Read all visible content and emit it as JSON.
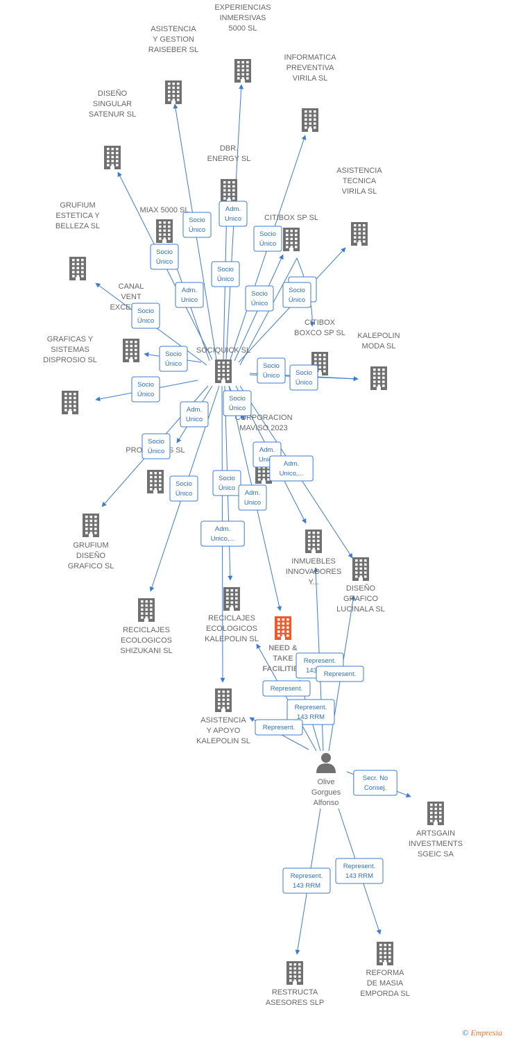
{
  "colors": {
    "building": "#707070",
    "focus_building": "#f05a28",
    "person": "#707070",
    "edge": "#3a7bd5"
  },
  "nodes": [
    {
      "id": "sociquick",
      "type": "company",
      "lines": [
        "SOCIQUICK  SL"
      ]
    },
    {
      "id": "need_take",
      "type": "focus",
      "lines": [
        "NEED &",
        "TAKE",
        "FACILITIES"
      ]
    },
    {
      "id": "olive",
      "type": "person",
      "lines": [
        "Olive",
        "Gorgues",
        "Alfonso"
      ]
    },
    {
      "id": "experiencias",
      "type": "company",
      "lines": [
        "EXPERIENCIAS",
        "INMERSIVAS",
        "5000  SL"
      ]
    },
    {
      "id": "asistencia_gestion",
      "type": "company",
      "lines": [
        "ASISTENCIA",
        "Y GESTION",
        "RAISEBER  SL"
      ]
    },
    {
      "id": "informatica",
      "type": "company",
      "lines": [
        "INFORMATICA",
        "PREVENTIVA",
        "VIRILA  SL"
      ]
    },
    {
      "id": "diseno_singular",
      "type": "company",
      "lines": [
        "DISEÑO",
        "SINGULAR",
        "SATENUR  SL"
      ]
    },
    {
      "id": "dbr",
      "type": "company",
      "lines": [
        "DBR.",
        "ENERGY  SL"
      ]
    },
    {
      "id": "asistencia_tecnica",
      "type": "company",
      "lines": [
        "ASISTENCIA",
        "TECNICA",
        "VIRILA  SL"
      ]
    },
    {
      "id": "miax",
      "type": "company",
      "lines": [
        "MIAX 5000  SL"
      ]
    },
    {
      "id": "citibox_sp",
      "type": "company",
      "lines": [
        "CITIBOX SP  SL"
      ]
    },
    {
      "id": "grufium_estetica",
      "type": "company",
      "lines": [
        "GRUFIUM",
        "ESTETICA Y",
        "BELLEZA  SL"
      ]
    },
    {
      "id": "canal",
      "type": "company",
      "lines": [
        "CANAL",
        "VENT",
        "EXCENT  SL"
      ]
    },
    {
      "id": "citibox_boxco",
      "type": "company",
      "lines": [
        "CITIBOX",
        "BOXCO SP  SL"
      ]
    },
    {
      "id": "kalepolin_moda",
      "type": "company",
      "lines": [
        "KALEPOLIN",
        "MODA  SL"
      ]
    },
    {
      "id": "graficas",
      "type": "company",
      "lines": [
        "GRAFICAS Y",
        "SISTEMAS",
        "DISPROSIO  SL"
      ]
    },
    {
      "id": "corporacion",
      "type": "company",
      "lines": [
        "CORPORACION",
        "MAVISO 2023"
      ]
    },
    {
      "id": "proyectos",
      "type": "company",
      "lines": [
        "G",
        "PROYECTOS  SL"
      ]
    },
    {
      "id": "grufium_diseno",
      "type": "company",
      "lines": [
        "GRUFIUM",
        "DISEÑO",
        "GRAFICO  SL"
      ]
    },
    {
      "id": "inmuebles",
      "type": "company",
      "lines": [
        "INMUEBLES",
        "INNOVADORES",
        "Y..."
      ]
    },
    {
      "id": "diseno_grafico",
      "type": "company",
      "lines": [
        "DISEÑO",
        "GRAFICO",
        "LUCINALA  SL"
      ]
    },
    {
      "id": "reciclajes_shizukani",
      "type": "company",
      "lines": [
        "RECICLAJES",
        "ECOLOGICOS",
        "SHIZUKANI  SL"
      ]
    },
    {
      "id": "reciclajes_kalepolin",
      "type": "company",
      "lines": [
        "RECICLAJES",
        "ECOLOGICOS",
        "KALEPOLIN  SL"
      ]
    },
    {
      "id": "asistencia_apoyo",
      "type": "company",
      "lines": [
        "ASISTENCIA",
        "Y APOYO",
        "KALEPOLIN  SL"
      ]
    },
    {
      "id": "artsgain",
      "type": "company",
      "lines": [
        "ARTSGAIN",
        "INVESTMENTS",
        "SGEIC SA"
      ]
    },
    {
      "id": "restructa",
      "type": "company",
      "lines": [
        "RESTRUCTA",
        "ASESORES SLP"
      ]
    },
    {
      "id": "reforma",
      "type": "company",
      "lines": [
        "REFORMA",
        "DE MASIA",
        "EMPORDA  SL"
      ]
    }
  ],
  "edges": [
    {
      "from": "sociquick",
      "to": "asistencia_gestion",
      "label": [
        "Socio",
        "Único"
      ]
    },
    {
      "from": "sociquick",
      "to": "experiencias",
      "label": [
        "Adm.",
        "Unico"
      ]
    },
    {
      "from": "sociquick",
      "to": "informatica",
      "label": [
        "Socio",
        "Único"
      ]
    },
    {
      "from": "sociquick",
      "to": "diseno_singular",
      "label": [
        "Socio",
        "Único"
      ]
    },
    {
      "from": "sociquick",
      "to": "dbr",
      "label": [
        "Socio",
        "Único"
      ]
    },
    {
      "from": "sociquick",
      "to": "miax",
      "label": [
        "Adm.",
        "Unico"
      ]
    },
    {
      "from": "sociquick",
      "to": "citibox_sp",
      "label": [
        "Socio",
        "Único"
      ]
    },
    {
      "from": "sociquick",
      "to": "asistencia_tecnica",
      "label": [
        "Socio",
        "Único"
      ]
    },
    {
      "from": "sociquick",
      "to": "citibox_boxco",
      "label": [
        "Socio",
        "Único"
      ]
    },
    {
      "from": "sociquick",
      "to": "grufium_estetica",
      "label": [
        "Socio",
        "Único"
      ]
    },
    {
      "from": "sociquick",
      "to": "canal",
      "label": [
        "Socio",
        "Único"
      ]
    },
    {
      "from": "sociquick",
      "to": "kalepolin_moda",
      "label": [
        "Socio",
        "Único"
      ]
    },
    {
      "from": "sociquick",
      "to": "kalepolin_moda",
      "label": [
        "Socio",
        "Único"
      ]
    },
    {
      "from": "sociquick",
      "to": "graficas",
      "label": [
        "Socio",
        "Único"
      ]
    },
    {
      "from": "sociquick",
      "to": "proyectos",
      "label": [
        "Adm.",
        "Unico"
      ]
    },
    {
      "from": "sociquick",
      "to": "corporacion",
      "label": [
        "Socio",
        "Único"
      ]
    },
    {
      "from": "sociquick",
      "to": "grufium_diseno",
      "label": [
        "Socio",
        "Único"
      ]
    },
    {
      "from": "sociquick",
      "to": "inmuebles",
      "label": [
        "Adm.",
        "Unico"
      ]
    },
    {
      "from": "sociquick",
      "to": "diseno_grafico",
      "label": [
        "Adm.",
        "Unico,..."
      ]
    },
    {
      "from": "sociquick",
      "to": "reciclajes_shizukani",
      "label": [
        "Socio",
        "Único"
      ]
    },
    {
      "from": "sociquick",
      "to": "reciclajes_kalepolin",
      "label": [
        "Socio",
        "Único"
      ]
    },
    {
      "from": "sociquick",
      "to": "need_take",
      "label": [
        "Adm.",
        "Unico"
      ]
    },
    {
      "from": "sociquick",
      "to": "asistencia_apoyo",
      "label": [
        "Adm.",
        "Unico,..."
      ]
    },
    {
      "from": "olive",
      "to": "inmuebles",
      "label": [
        "Represent.",
        "143 RRM"
      ]
    },
    {
      "from": "olive",
      "to": "diseno_grafico",
      "label": [
        "Represent."
      ]
    },
    {
      "from": "olive",
      "to": "reciclajes_kalepolin",
      "label": [
        "Represent."
      ]
    },
    {
      "from": "olive",
      "to": "need_take",
      "label": [
        "Represent.",
        "143 RRM"
      ]
    },
    {
      "from": "olive",
      "to": "asistencia_apoyo",
      "label": [
        "Represent."
      ]
    },
    {
      "from": "olive",
      "to": "artsgain",
      "label": [
        "Secr.  No",
        "Consej."
      ]
    },
    {
      "from": "olive",
      "to": "restructa",
      "label": [
        "Represent.",
        "143 RRM"
      ]
    },
    {
      "from": "olive",
      "to": "reforma",
      "label": [
        "Represent.",
        "143 RRM"
      ]
    }
  ],
  "footer": {
    "symbol": "©",
    "brand": "Empresia"
  }
}
